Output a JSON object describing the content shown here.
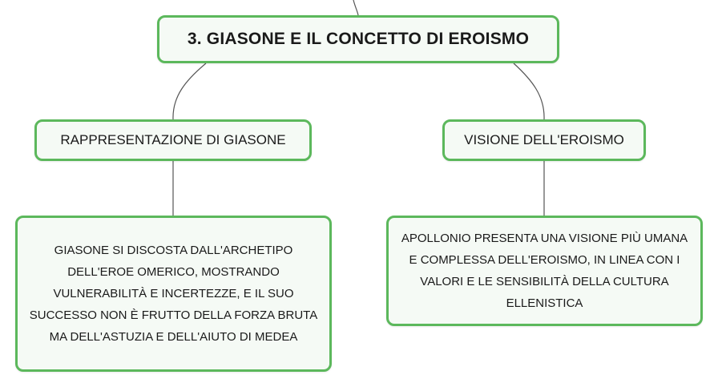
{
  "diagram": {
    "root": {
      "label": "3. GIASONE E IL CONCETTO DI EROISMO"
    },
    "branches": [
      {
        "label": "RAPPRESENTAZIONE DI GIASONE",
        "detail": "GIASONE SI DISCOSTA DALL'ARCHETIPO DELL'EROE OMERICO, MOSTRANDO VULNERABILITÀ E INCERTEZZE, E IL SUO SUCCESSO NON È FRUTTO DELLA FORZA BRUTA MA DELL'ASTUZIA E DELL'AIUTO DI MEDEA"
      },
      {
        "label": "VISIONE DELL'EROISMO",
        "detail": "APOLLONIO PRESENTA UNA VISIONE PIÙ UMANA E COMPLESSA DELL'EROISMO, IN LINEA CON I VALORI E LE SENSIBILITÀ DELLA CULTURA ELLENISTICA"
      }
    ],
    "colors": {
      "node_border": "#5cb85c",
      "node_fill": "#f5faf5",
      "connector": "#555555"
    }
  }
}
